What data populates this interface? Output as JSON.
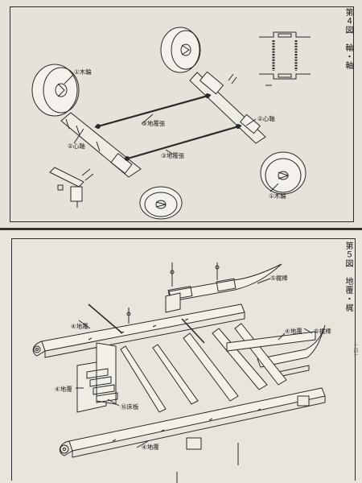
{
  "fig4": {
    "title": "第４図　輪・軸",
    "labels": {
      "wheel_a": "①木輪",
      "wheel_b": "①木輪",
      "axle_a": "②心軸",
      "axle_b": "②心軸",
      "rod_a": "③地覆張",
      "rod_b": "③地覆張"
    }
  },
  "fig5": {
    "title": "第５図　地覆・梶",
    "labels": {
      "shaft_top": "⑤梶棒",
      "shaft_right": "⑤梶棒",
      "sill_top": "④地覆",
      "sill_left": "④地覆",
      "sill_bottom": "④地覆",
      "sill_right": "④地覆",
      "plank": "⑯床板"
    }
  },
  "side_mark": "一四一",
  "colors": {
    "paper": "#e8e4dc",
    "ink": "#2a2a2a",
    "background": "#3d3a36"
  }
}
